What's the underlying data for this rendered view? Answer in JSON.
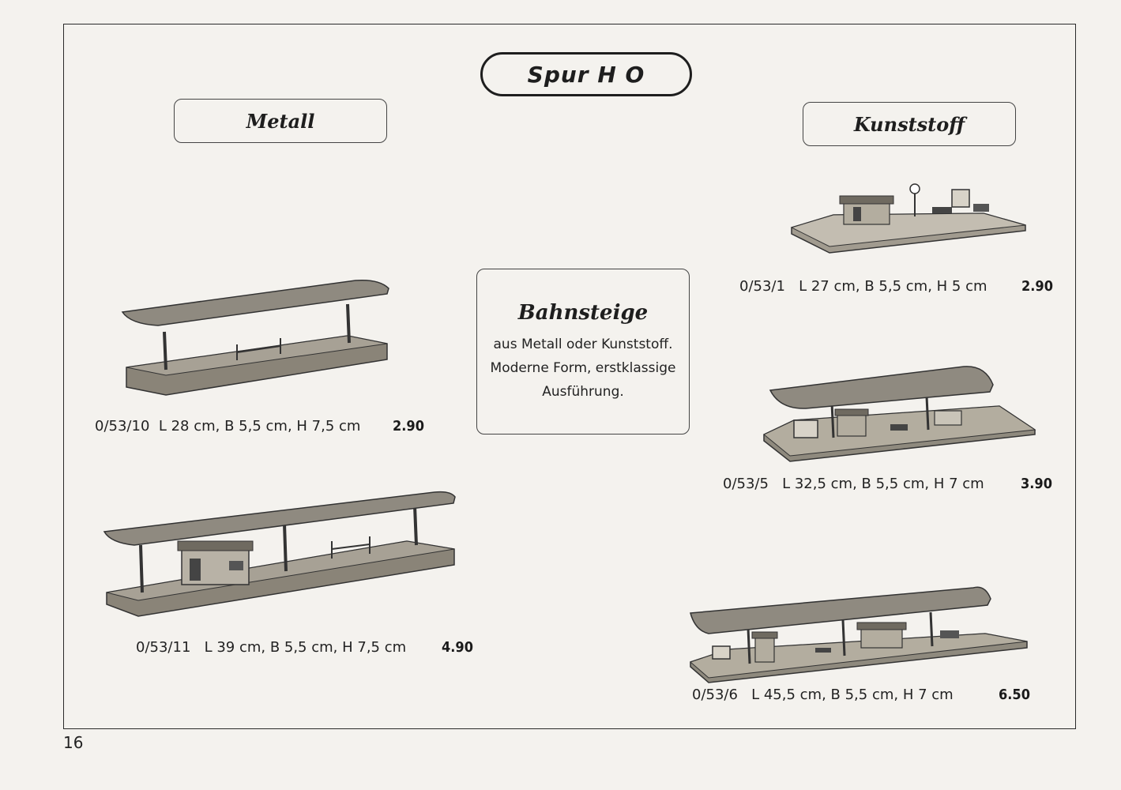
{
  "header": {
    "title": "Spur H O"
  },
  "categories": {
    "metal": "Metall",
    "plastic": "Kunststoff"
  },
  "info": {
    "heading": "Bahnsteige",
    "description": "aus Metall oder Kunststoff. Moderne Form, erstklassige Ausführung."
  },
  "products": [
    {
      "code": "0/53/10",
      "dimensions": "L 28 cm, B 5,5 cm, H 7,5 cm",
      "price": "2.90",
      "icon": "covered-platform-icon"
    },
    {
      "code": "0/53/11",
      "dimensions": "L 39 cm, B 5,5 cm, H 7,5 cm",
      "price": "4.90",
      "icon": "covered-platform-with-kiosk-icon"
    },
    {
      "code": "0/53/1",
      "dimensions": "L 27 cm, B 5,5 cm, H 5 cm",
      "price": "2.90",
      "icon": "open-platform-icon"
    },
    {
      "code": "0/53/5",
      "dimensions": "L 32,5 cm, B 5,5 cm, H 7 cm",
      "price": "3.90",
      "icon": "covered-platform-icon"
    },
    {
      "code": "0/53/6",
      "dimensions": "L 45,5 cm, B 5,5 cm, H 7 cm",
      "price": "6.50",
      "icon": "long-covered-platform-icon"
    }
  ],
  "footer": {
    "page_number": "16"
  }
}
